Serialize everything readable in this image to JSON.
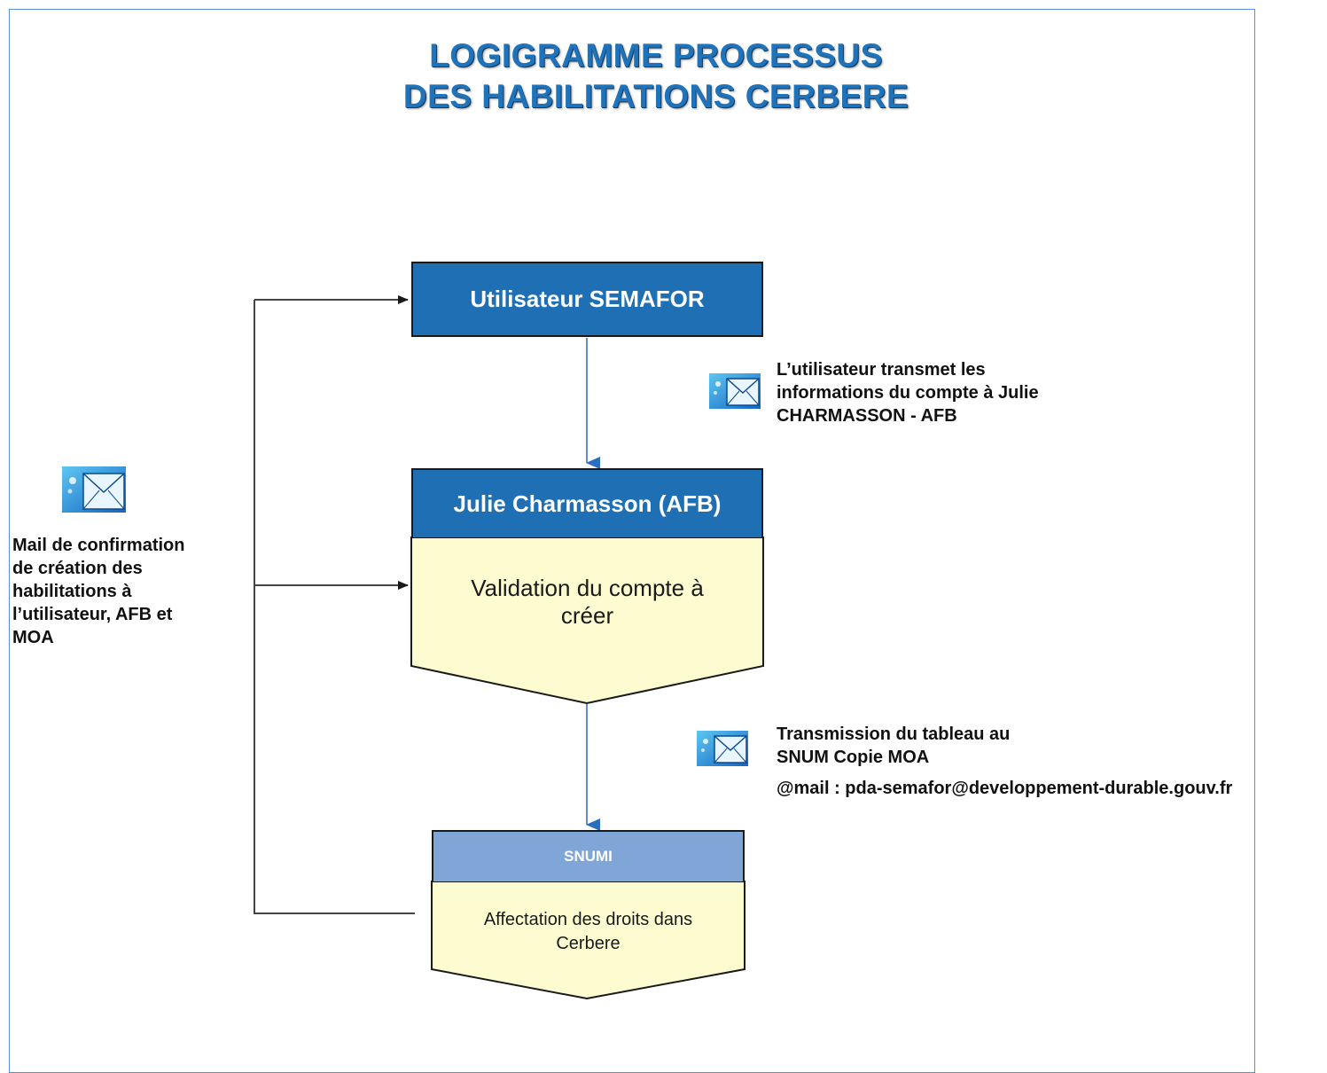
{
  "title": {
    "line1": "LOGIGRAMME PROCESSUS",
    "line2": "DES HABILITATIONS CERBERE"
  },
  "nodes": {
    "semafor": "Utilisateur SEMAFOR",
    "julie_header": "Julie Charmasson (AFB)",
    "julie_body_line1": "Validation du compte à",
    "julie_body_line2": "créer",
    "snumi_header": "SNUMI",
    "snumi_body_line1": "Affectation des droits dans",
    "snumi_body_line2": "Cerbere"
  },
  "notes": {
    "transmet_line1": "L’utilisateur transmet les",
    "transmet_line2": "informations du compte à Julie",
    "transmet_line3": "CHARMASSON - AFB",
    "confirm_line1": "Mail de confirmation",
    "confirm_line2": "de création des",
    "confirm_line3": "habilitations à",
    "confirm_line4": "l’utilisateur, AFB et",
    "confirm_line5": "MOA",
    "tableau_line1": "Transmission du tableau  au",
    "tableau_line2": "SNUM Copie MOA",
    "email": "@mail : pda-semafor@developpement-durable.gouv.fr"
  },
  "icons": [
    "mail-icon",
    "mail-icon",
    "mail-icon"
  ],
  "colors": {
    "title": "#1f73bb",
    "header_dark": "#1f6fb5",
    "header_light": "#7fa6d6",
    "body_fill": "#fdfbd0",
    "connector_blue": "#5b8fd6"
  }
}
